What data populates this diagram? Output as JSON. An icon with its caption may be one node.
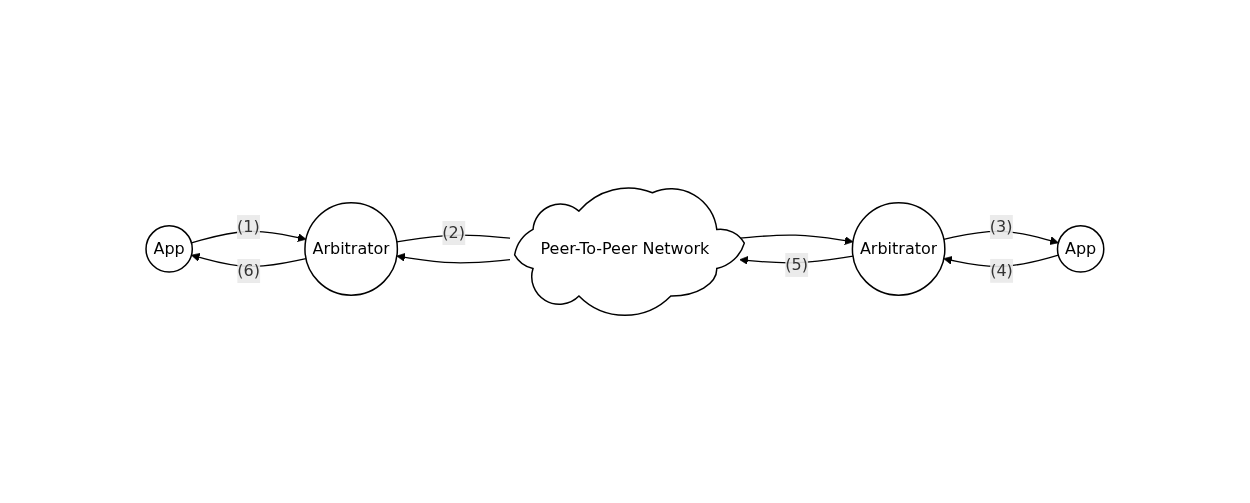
{
  "diagram": {
    "nodes": [
      {
        "text": [
          "App"
        ]
      },
      {
        "text": [
          "Arbitrator"
        ]
      },
      {
        "text": [
          "Peer-To-Peer Network"
        ]
      },
      {
        "text": [
          "Arbitrator"
        ]
      },
      {
        "text": [
          "App"
        ]
      }
    ],
    "edges": [
      {
        "from": 0,
        "to": 1,
        "arrow": "to",
        "label": "(1)"
      },
      {
        "from": 1,
        "to": 2,
        "arrow": "none",
        "label": "(2)"
      },
      {
        "from": 2,
        "to": 3,
        "arrow": "to"
      },
      {
        "from": 3,
        "to": 4,
        "arrow": "to",
        "label": "(3)"
      },
      {
        "from": 4,
        "to": 3,
        "arrow": "to",
        "label": "(4)"
      },
      {
        "from": 3,
        "to": 2,
        "arrow": "to",
        "label": "(5)"
      },
      {
        "from": 2,
        "to": 1,
        "arrow": "to"
      },
      {
        "from": 1,
        "to": 0,
        "arrow": "to",
        "label": "(6)"
      }
    ]
  }
}
